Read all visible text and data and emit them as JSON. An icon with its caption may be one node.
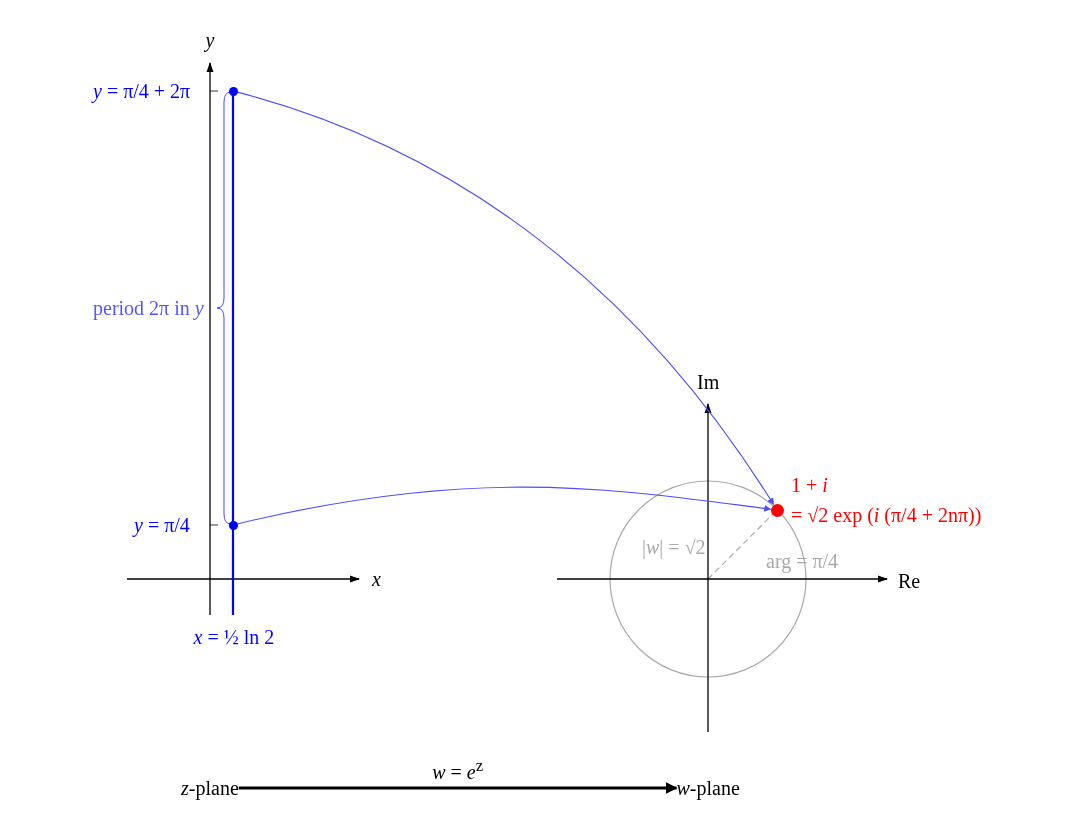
{
  "diagram": {
    "nodes": [
      {
        "text": [],
        "shape": "circle"
      },
      {
        "text": [],
        "shape": "circle"
      },
      {
        "text": [],
        "shape": "circle",
        "beside": [
          "1 + *i*",
          "= √2 exp (*i* (π/4 + 2nπ))"
        ]
      },
      {
        "text": [
          "*z*-plane"
        ]
      },
      {
        "text": [
          "*w*-plane"
        ]
      }
    ],
    "edges": [
      {
        "from": 0,
        "to": 2,
        "arrow": "to"
      },
      {
        "from": 1,
        "to": 2,
        "arrow": "to"
      },
      {
        "from": 3,
        "to": 4,
        "arrow": "to",
        "label": "*w* = *e*$^{z}$",
        "style": "thick",
        "color": "#000000"
      }
    ],
    "labels": [
      "*y*",
      "*y* = π/4 + 2π",
      "period 2π in *y*",
      "Im",
      "*y* = π/4",
      "|*w*| = √2",
      "arg = π/4",
      "*x*",
      "Re",
      "*x* = ½ ln 2"
    ]
  }
}
